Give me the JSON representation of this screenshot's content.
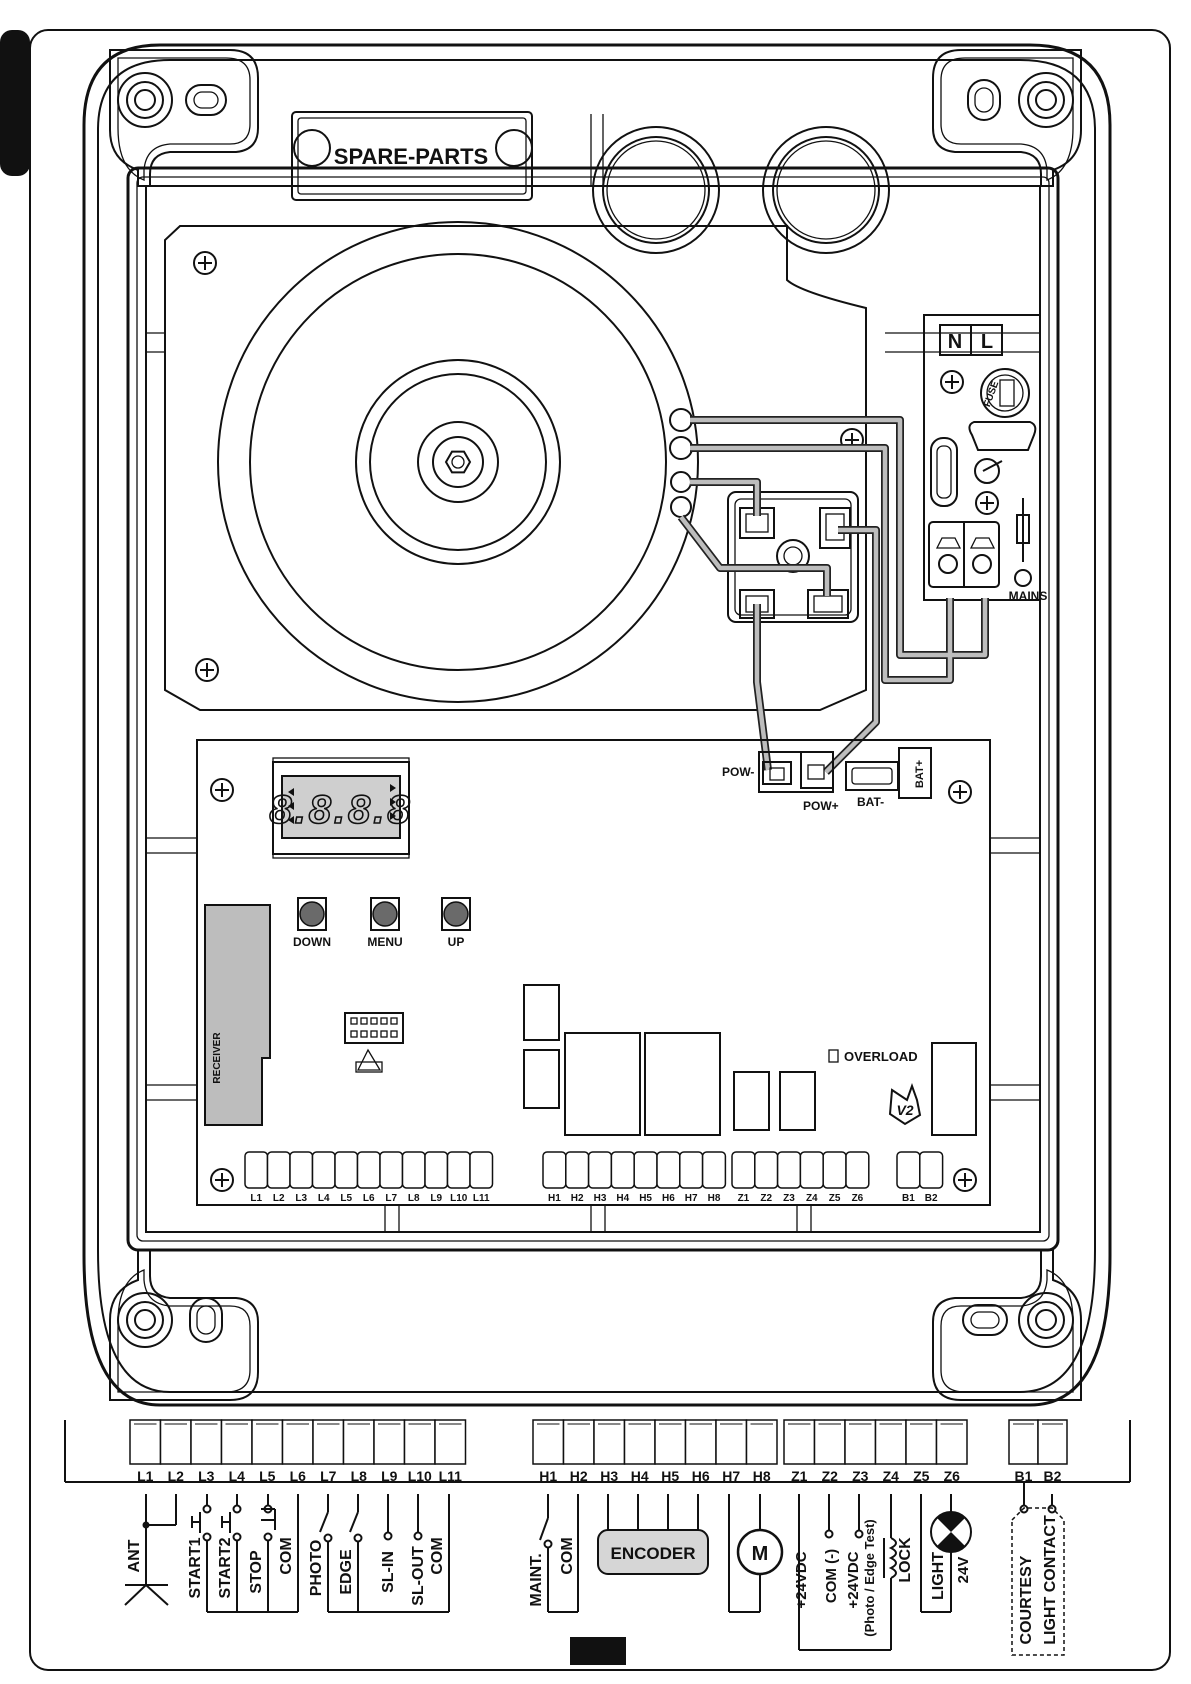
{
  "enclosure": {
    "spare_parts_label": "SPARE-PARTS"
  },
  "mains_block": {
    "terminals": [
      "N",
      "L"
    ],
    "fuse_label": "FUSE",
    "label": "MAINS"
  },
  "board": {
    "display_digits": "8.8.8.8",
    "buttons": [
      "DOWN",
      "MENU",
      "UP"
    ],
    "receiver_label": "RECEIVER",
    "power_connector": {
      "neg": "POW-",
      "pos": "POW+"
    },
    "battery_connector": {
      "neg": "BAT-",
      "pos": "BAT+"
    },
    "overload_label": "OVERLOAD",
    "logo_text": "V2",
    "terminal_groups": [
      [
        "L1",
        "L2",
        "L3",
        "L4",
        "L5",
        "L6",
        "L7",
        "L8",
        "L9",
        "L10",
        "L11"
      ],
      [
        "H1",
        "H2",
        "H3",
        "H4",
        "H5",
        "H6",
        "H7",
        "H8"
      ],
      [
        "Z1",
        "Z2",
        "Z3",
        "Z4",
        "Z5",
        "Z6"
      ],
      [
        "B1",
        "B2"
      ]
    ]
  },
  "wiring": {
    "l_group": {
      "ant": "ANT",
      "start1": "START1",
      "start2": "START2",
      "stop": "STOP",
      "com1": "COM",
      "photo": "PHOTO",
      "edge": "EDGE",
      "sl_in": "SL-IN",
      "sl_out": "SL-OUT",
      "com2": "COM"
    },
    "h_group": {
      "maint": "MAINT.",
      "com": "COM",
      "encoder": "ENCODER",
      "motor": "M"
    },
    "z_group": {
      "vdc24": "+24VDC",
      "com": "COM (-)",
      "vdc24_test_1": "+24VDC",
      "vdc24_test_2": "(Photo / Edge Test)",
      "lock": "LOCK",
      "light": "LIGHT",
      "light_v": "24V"
    },
    "b_group": {
      "courtesy_1": "COURTESY",
      "courtesy_2": "LIGHT CONTACT"
    }
  }
}
